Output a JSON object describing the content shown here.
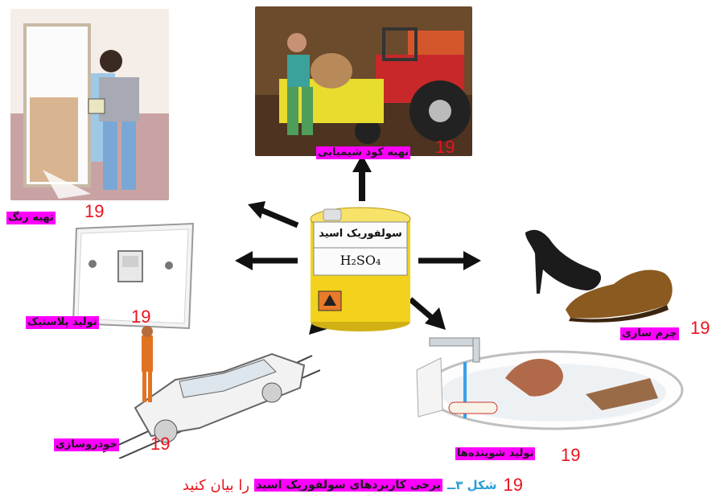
{
  "center": {
    "title": "سولفوریک اسید",
    "formula": "H₂SO₄"
  },
  "labels": {
    "fertilizer": "تهیه کود شیمیایی",
    "paint": "تهیه رنگ",
    "plastic": "تولید پلاستیک",
    "leather": "چرم سازی",
    "car": "خودروسازی",
    "detergent": "تولید شوینده‌ها"
  },
  "number": "19",
  "caption": {
    "prefix": "شکل ۳ــ",
    "highlight": "برخی کاربردهای سولفوریک اسید",
    "suffix": "را بیان کنید",
    "number": "19"
  },
  "colors": {
    "highlight": "#ff00ff",
    "number_red": "#e8141e",
    "caption_blue": "#2a9fd6",
    "barrel_yellow": "#f2d21c"
  }
}
